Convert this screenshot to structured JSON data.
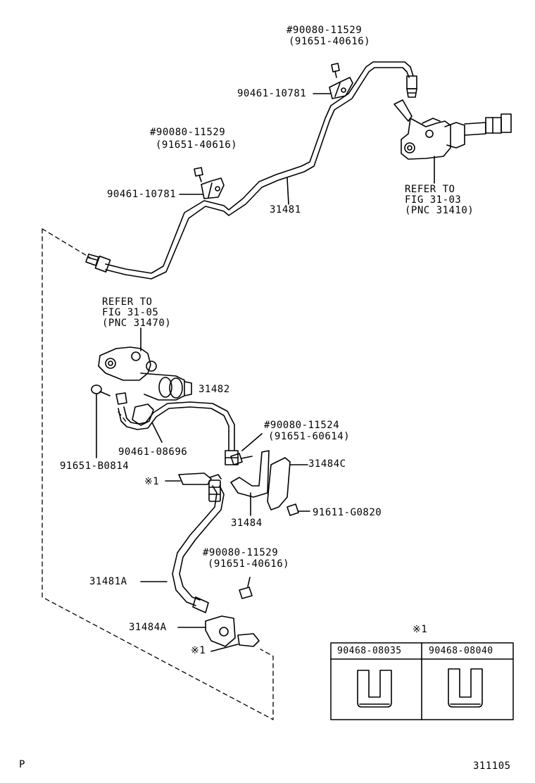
{
  "labels": {
    "top_note_hash": "#90080-11529",
    "top_note_paren": "(91651-40616)",
    "clamp_upper": "90461-10781",
    "mid_note_hash": "#90080-11529",
    "mid_note_paren": "(91651-40616)",
    "clamp_mid": "90461-10781",
    "tube_main": "31481",
    "refer_master_line1": "REFER TO",
    "refer_master_line2": "FIG 31-03",
    "refer_master_line3": "(PNC 31410)",
    "refer_release_line1": "REFER TO",
    "refer_release_line2": "FIG 31-05",
    "refer_release_line3": "(PNC 31470)",
    "tube_release": "31482",
    "bolt_lower_hash": "#90080-11524",
    "bolt_lower_paren": "(91651-60614)",
    "clamp_release": "90461-08696",
    "bolt_release": "91651-B0814",
    "bracket_c": "31484C",
    "clip_ref_upper": "※1",
    "bracket": "31484",
    "bolt_bracket": "91611-G0820",
    "hose_note_hash": "#90080-11529",
    "hose_note_paren": "(91651-40616)",
    "hose": "31481A",
    "bracket_a": "31484A",
    "clip_ref_lower": "※1",
    "table_title": "※1",
    "page_letter": "P",
    "figure_number": "311105"
  },
  "clip_table": {
    "headers": [
      "90468-08035",
      "90468-08040"
    ]
  }
}
